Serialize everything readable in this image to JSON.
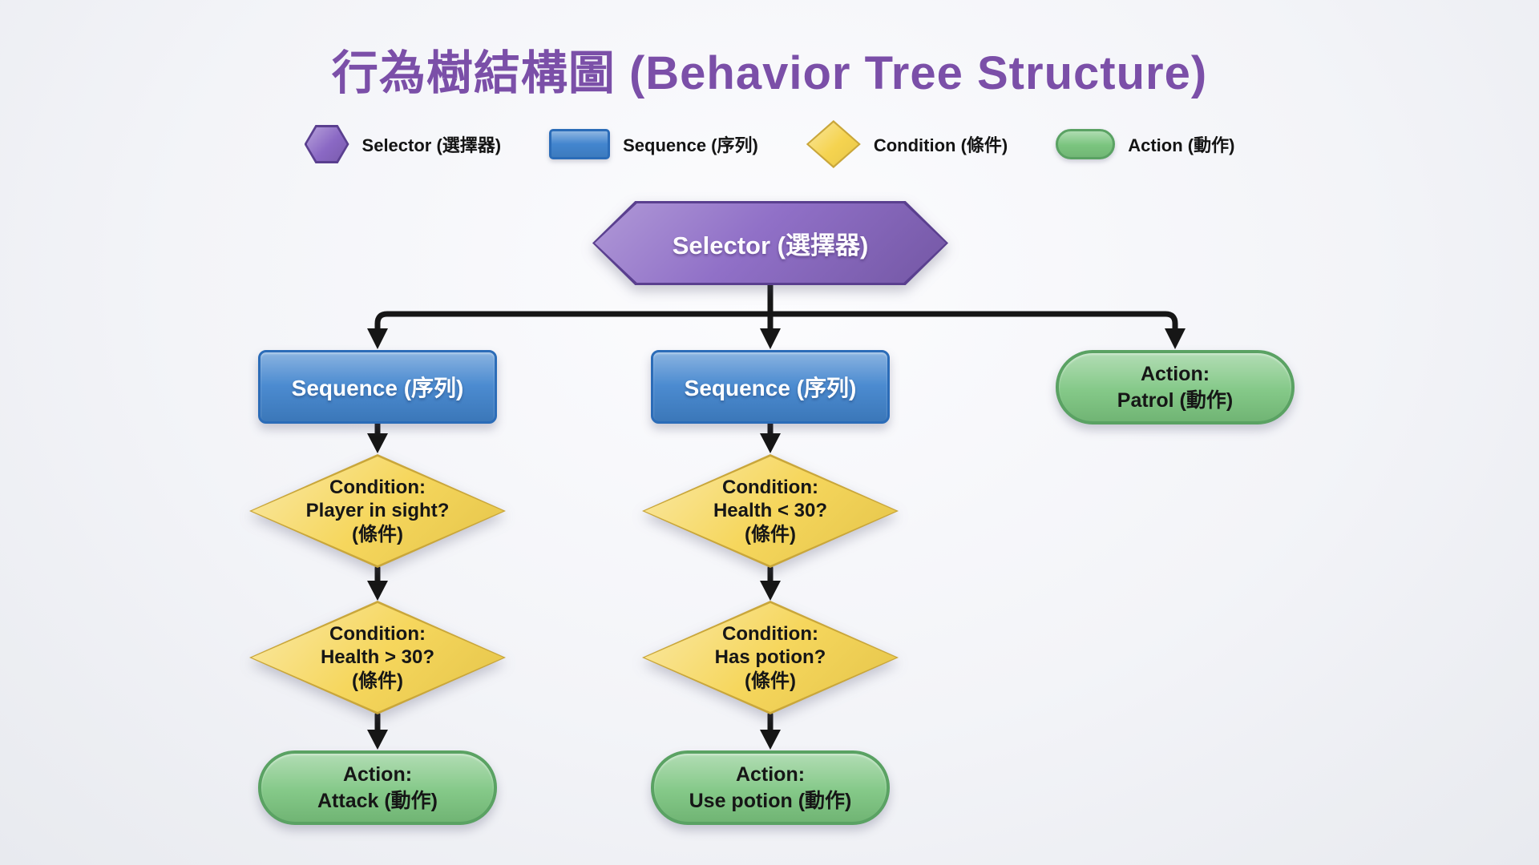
{
  "title": "行為樹結構圖 (Behavior Tree Structure)",
  "legend": {
    "selector": "Selector (選擇器)",
    "sequence": "Sequence (序列)",
    "condition": "Condition (條件)",
    "action": "Action (動作)"
  },
  "nodes": {
    "root": {
      "type": "selector",
      "label": "Selector (選擇器)"
    },
    "seq_left": {
      "type": "sequence",
      "label": "Sequence (序列)"
    },
    "cond_player_in_sight": {
      "type": "condition",
      "line1": "Condition:",
      "line2": "Player in sight?",
      "line3": "(條件)"
    },
    "cond_health_gt_30": {
      "type": "condition",
      "line1": "Condition:",
      "line2": "Health > 30?",
      "line3": "(條件)"
    },
    "act_attack": {
      "type": "action",
      "line1": "Action:",
      "line2": "Attack (動作)"
    },
    "seq_mid": {
      "type": "sequence",
      "label": "Sequence (序列)"
    },
    "cond_health_lt_30": {
      "type": "condition",
      "line1": "Condition:",
      "line2": "Health < 30?",
      "line3": "(條件)"
    },
    "cond_has_potion": {
      "type": "condition",
      "line1": "Condition:",
      "line2": "Has potion?",
      "line3": "(條件)"
    },
    "act_use_potion": {
      "type": "action",
      "line1": "Action:",
      "line2": "Use potion (動作)"
    },
    "act_patrol": {
      "type": "action",
      "line1": "Action:",
      "line2": "Patrol (動作)"
    }
  },
  "colors": {
    "title": "#7b4fa8",
    "selector_fill": "#8a68c4",
    "selector_border": "#5a3f8f",
    "sequence_fill": "#4285ce",
    "sequence_border": "#2b6cb8",
    "condition_fill": "#f5d34f",
    "condition_border": "#c9a63a",
    "action_fill": "#7ac47e",
    "action_border": "#5aa263",
    "connector": "#161616"
  }
}
